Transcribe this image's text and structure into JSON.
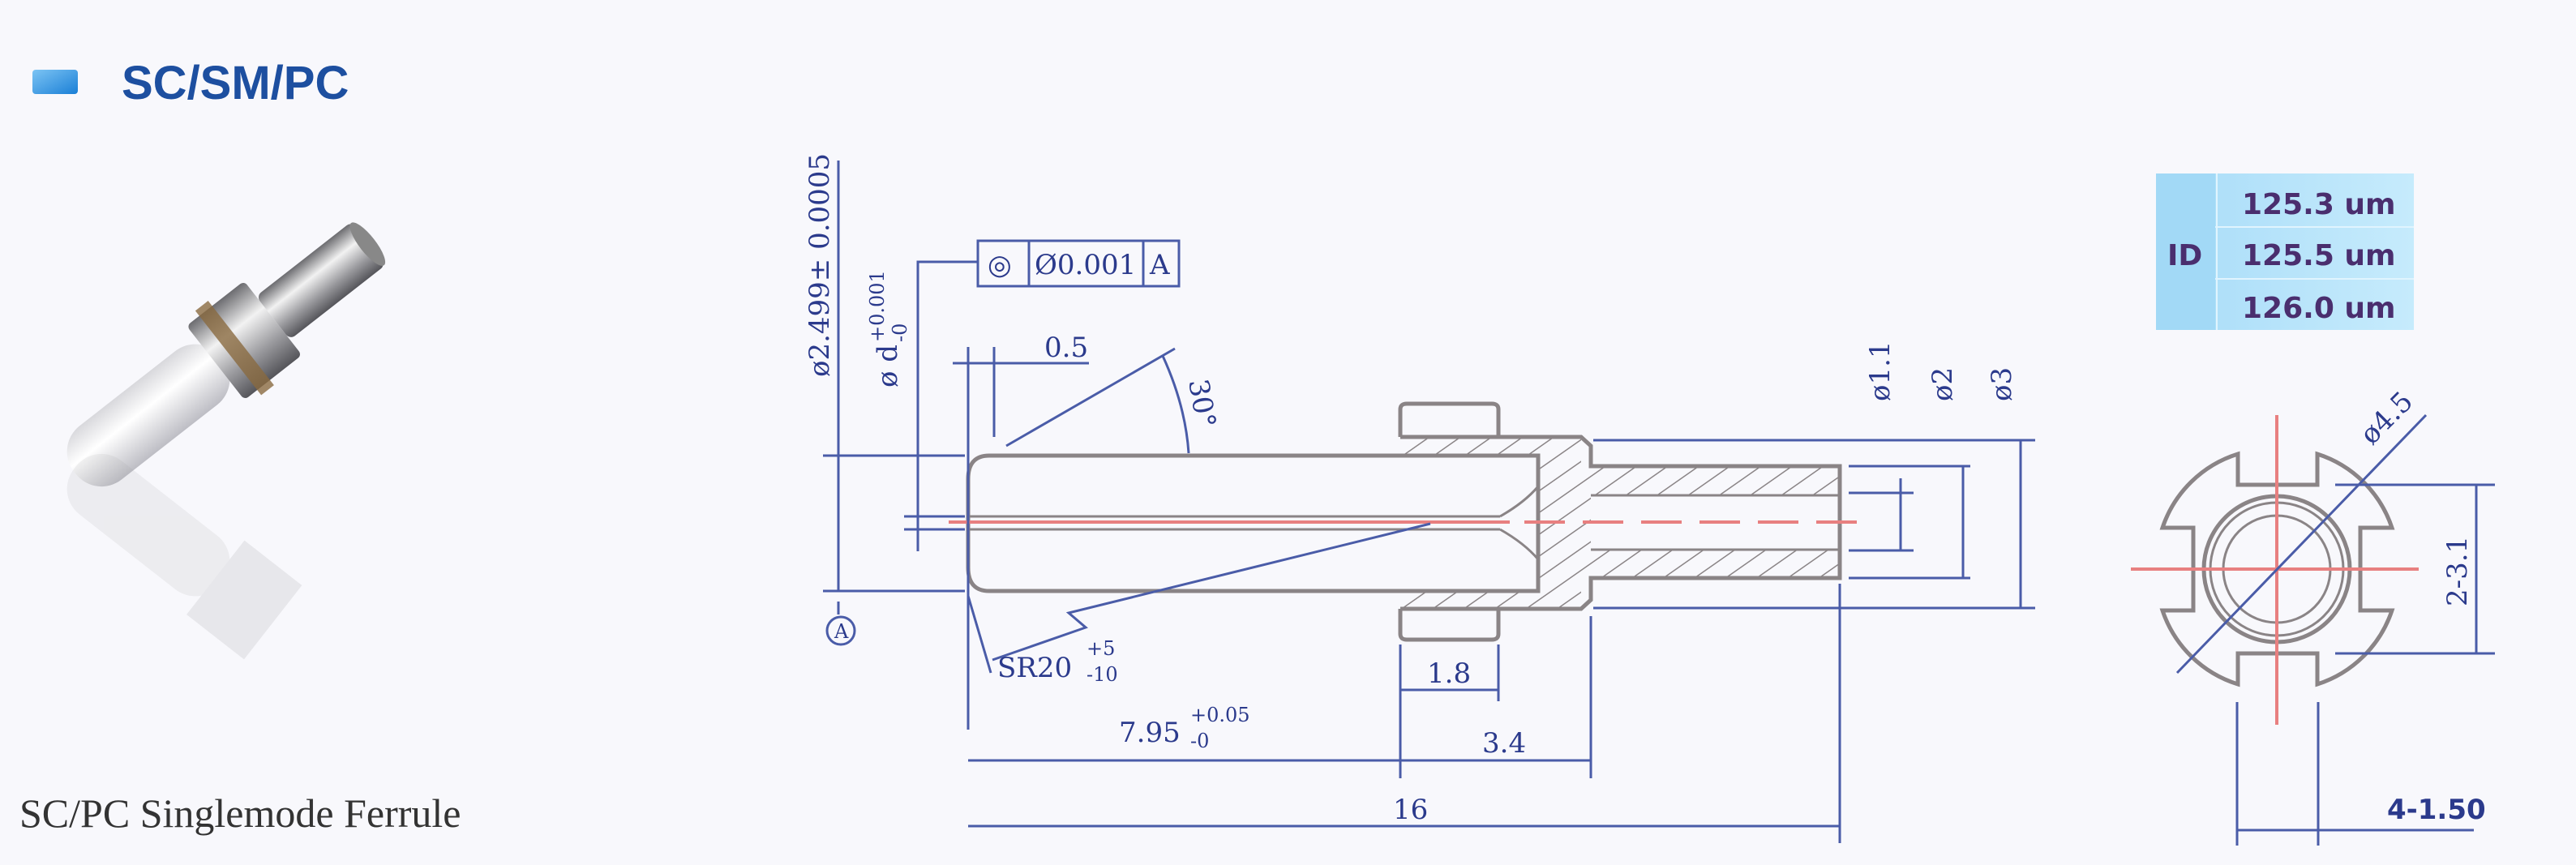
{
  "header": {
    "title": "SC/SM/PC",
    "accent": "#1e8de0",
    "title_color": "#1d4fa0"
  },
  "product": {
    "caption": "SC/PC Singlemode Ferrule"
  },
  "id_table": {
    "label": "ID",
    "values": [
      "125.3 um",
      "125.5 um",
      "126.0 um"
    ]
  },
  "drawing": {
    "od_dim": "ø2.499± 0.0005",
    "bore_dim": "ø d",
    "bore_tol_plus": "+0.001",
    "bore_tol_minus": "-0",
    "fcf_symbol": "◎",
    "fcf_tolerance": "Ø0.001",
    "fcf_datum": "A",
    "datum": "A",
    "chamfer_len": "0.5",
    "chamfer_angle": "30°",
    "radius": "SR20",
    "radius_plus": "+5",
    "radius_minus": "-10",
    "flange_width": "1.8",
    "length_body": "7.95",
    "length_body_plus": "+0.05",
    "length_body_minus": "-0",
    "length_tail": "3.4",
    "length_total": "16",
    "dia_bore_tail": "ø1.1",
    "dia_tail_inner": "ø2",
    "dia_tail_outer": "ø3",
    "end_dia": "ø4.5",
    "end_slot_span": "2-3.1",
    "end_slot_width": "4-1.50"
  }
}
